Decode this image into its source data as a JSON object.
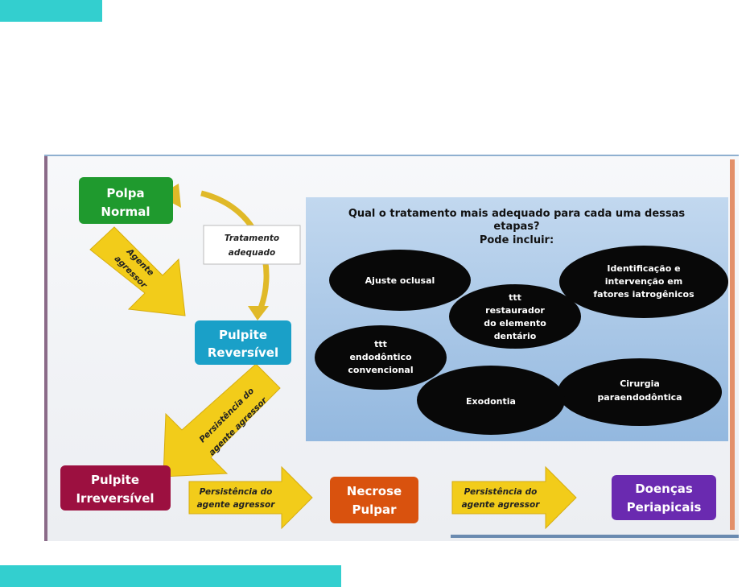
{
  "slide": {
    "question_line1": "Qual o tratamento mais adequado para cada uma dessas",
    "question_line2": "etapas?",
    "question_line3": "Pode incluir:",
    "stages": {
      "polpa_normal": [
        "Polpa",
        "Normal"
      ],
      "pulpite_reversivel": [
        "Pulpite",
        "Reversível"
      ],
      "pulpite_irreversivel": [
        "Pulpite",
        "Irreversível"
      ],
      "necrose_pulpar": [
        "Necrose",
        "Pulpar"
      ],
      "doencas_periapicais": [
        "Doenças",
        "Periapicais"
      ]
    },
    "tratamento_adequado": [
      "Tratamento",
      "adequado"
    ],
    "arrows": {
      "agente_agressor": [
        "Agente",
        "agressor"
      ],
      "persistencia_diag": [
        "Persistência do",
        "agente agressor"
      ],
      "persistencia_1": [
        "Persistência do",
        "agente agressor"
      ],
      "persistencia_2": [
        "Persistência do",
        "agente agressor"
      ]
    },
    "treatments": {
      "ajuste": [
        "Ajuste oclusal"
      ],
      "identificacao": [
        "Identificação e",
        "intervenção em",
        "fatores iatrogênicos"
      ],
      "restaurador": [
        "ttt",
        "restaurador",
        "do elemento",
        "dentário"
      ],
      "endodontico": [
        "ttt",
        "endodôntico",
        "convencional"
      ],
      "exodontia": [
        "Exodontia"
      ],
      "cirurgia": [
        "Cirurgia",
        "paraendodôntica"
      ]
    },
    "colors": {
      "green": "#1f9a2e",
      "teal": "#1aa0c8",
      "crimson": "#9c1040",
      "orange": "#d9520e",
      "purple": "#6a2ab0",
      "arrow": "#f2cc1a",
      "panel": "#a9c8e8"
    }
  }
}
